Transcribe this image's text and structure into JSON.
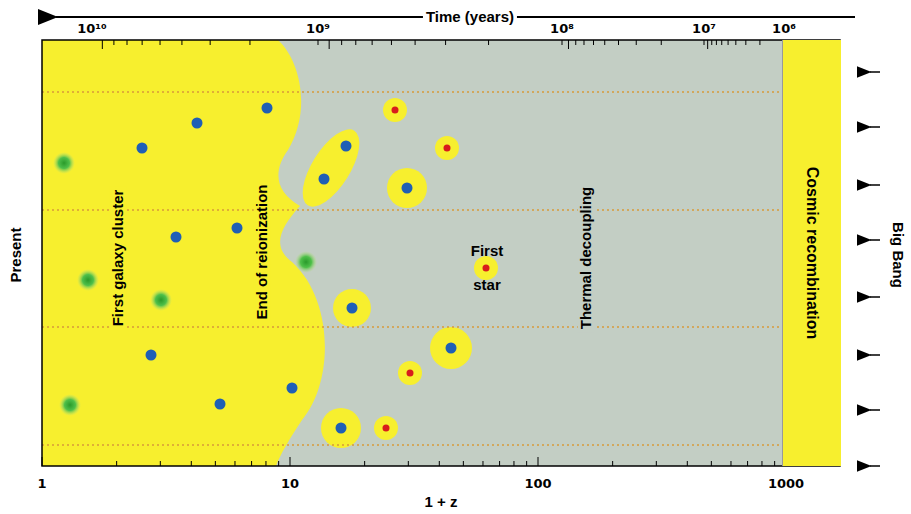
{
  "diagram": {
    "nodes": [
      {
        "text": [
          "Cosmic recombination"
        ]
      }
    ],
    "labels": [
      "Time (years)",
      "10¹⁰",
      "10⁹",
      "10⁸",
      "10⁷",
      "10⁶",
      "Present",
      "Big Bang",
      "First galaxy cluster",
      "End of reionization",
      "First star",
      "Thermal decoupling",
      "1",
      "10",
      "100",
      "1000",
      "1 + z"
    ]
  }
}
